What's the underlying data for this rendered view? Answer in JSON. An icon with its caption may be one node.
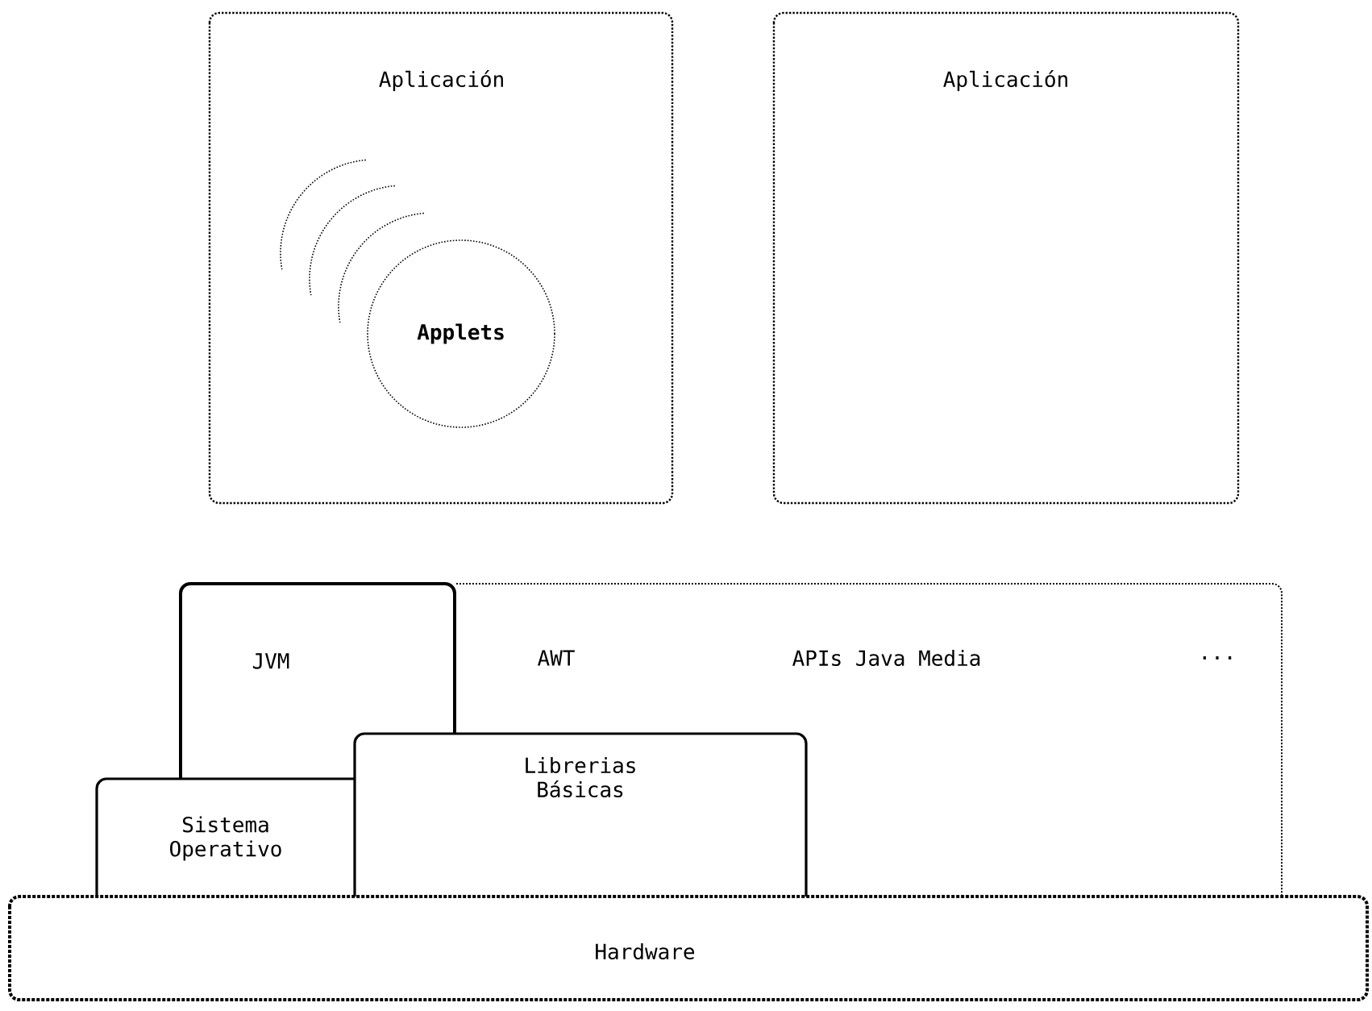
{
  "diagram": {
    "nodes": [
      {
        "text": [
          "Aplicación"
        ]
      },
      {
        "text": [
          "Applets"
        ],
        "in": 0
      },
      {
        "text": [
          "Aplicación"
        ]
      },
      {
        "text": [
          "JVM"
        ]
      },
      {
        "text": [
          "AWT",
          "APIs Java Media",
          "..."
        ]
      },
      {
        "text": [
          "Sistema Operativo"
        ]
      },
      {
        "text": [
          "Librerias Básicas"
        ]
      },
      {
        "text": [
          "Hardware"
        ]
      }
    ]
  }
}
